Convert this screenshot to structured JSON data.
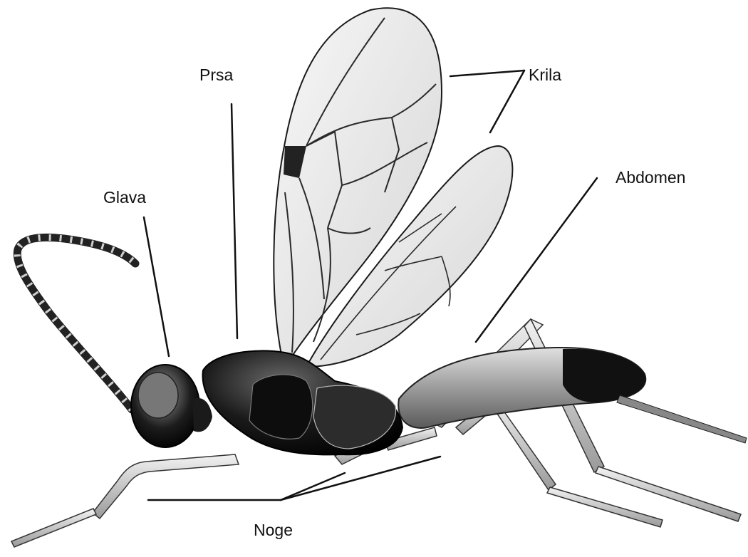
{
  "diagram": {
    "labels": {
      "prsa": "Prsa",
      "krila": "Krila",
      "glava": "Glava",
      "abdomen": "Abdomen",
      "noge": "Noge"
    },
    "colors": {
      "line": "#111111",
      "wing_fill": "#efefef",
      "wing_vein": "#2a2a2a",
      "body_dark": "#111111",
      "leg_light": "#d9d9d9"
    }
  }
}
